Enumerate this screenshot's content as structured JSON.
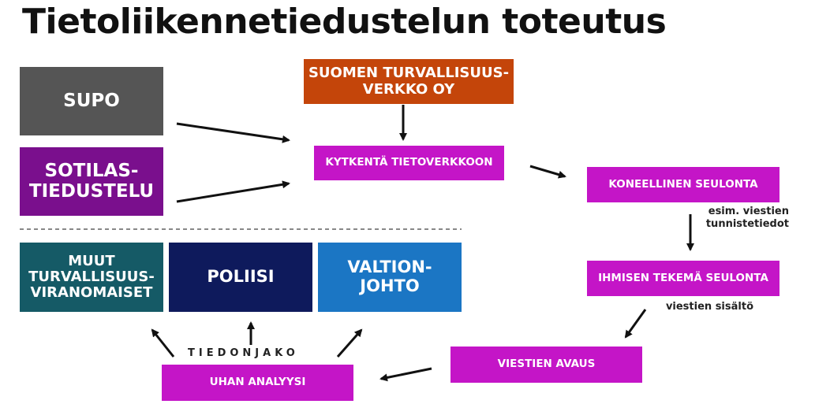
{
  "title": "Tietoliikennetiedustelun toteutus",
  "colors": {
    "supo": "#555555",
    "military": "#7a0f8d",
    "operator": "#c4450a",
    "process": "#c415c7",
    "other_authorities": "#155a66",
    "police": "#0e1a5c",
    "government": "#1b76c4"
  },
  "sources": {
    "supo": "SUPO",
    "military": "SOTILAS-\nTIEDUSTELU",
    "operator": "SUOMEN TURVALLISUUS-\nVERKKO OY"
  },
  "flow": {
    "connection": "KYTKENTÄ TIETOVERKKOON",
    "machine_screening": "KONEELLINEN SEULONTA",
    "machine_note": "esim. viestien\ntunnistetiedot",
    "human_screening": "IHMISEN TEKEMÄ SEULONTA",
    "human_note": "viestien sisältö",
    "opening": "VIESTIEN AVAUS",
    "threat_analysis": "UHAN ANALYYSI"
  },
  "sharing_label": "TIEDONJAKO",
  "recipients": {
    "other": "MUUT\nTURVALLISUUS-\nVIRANOMAISET",
    "police": "POLIISI",
    "government": "VALTION-\nJOHTO"
  }
}
